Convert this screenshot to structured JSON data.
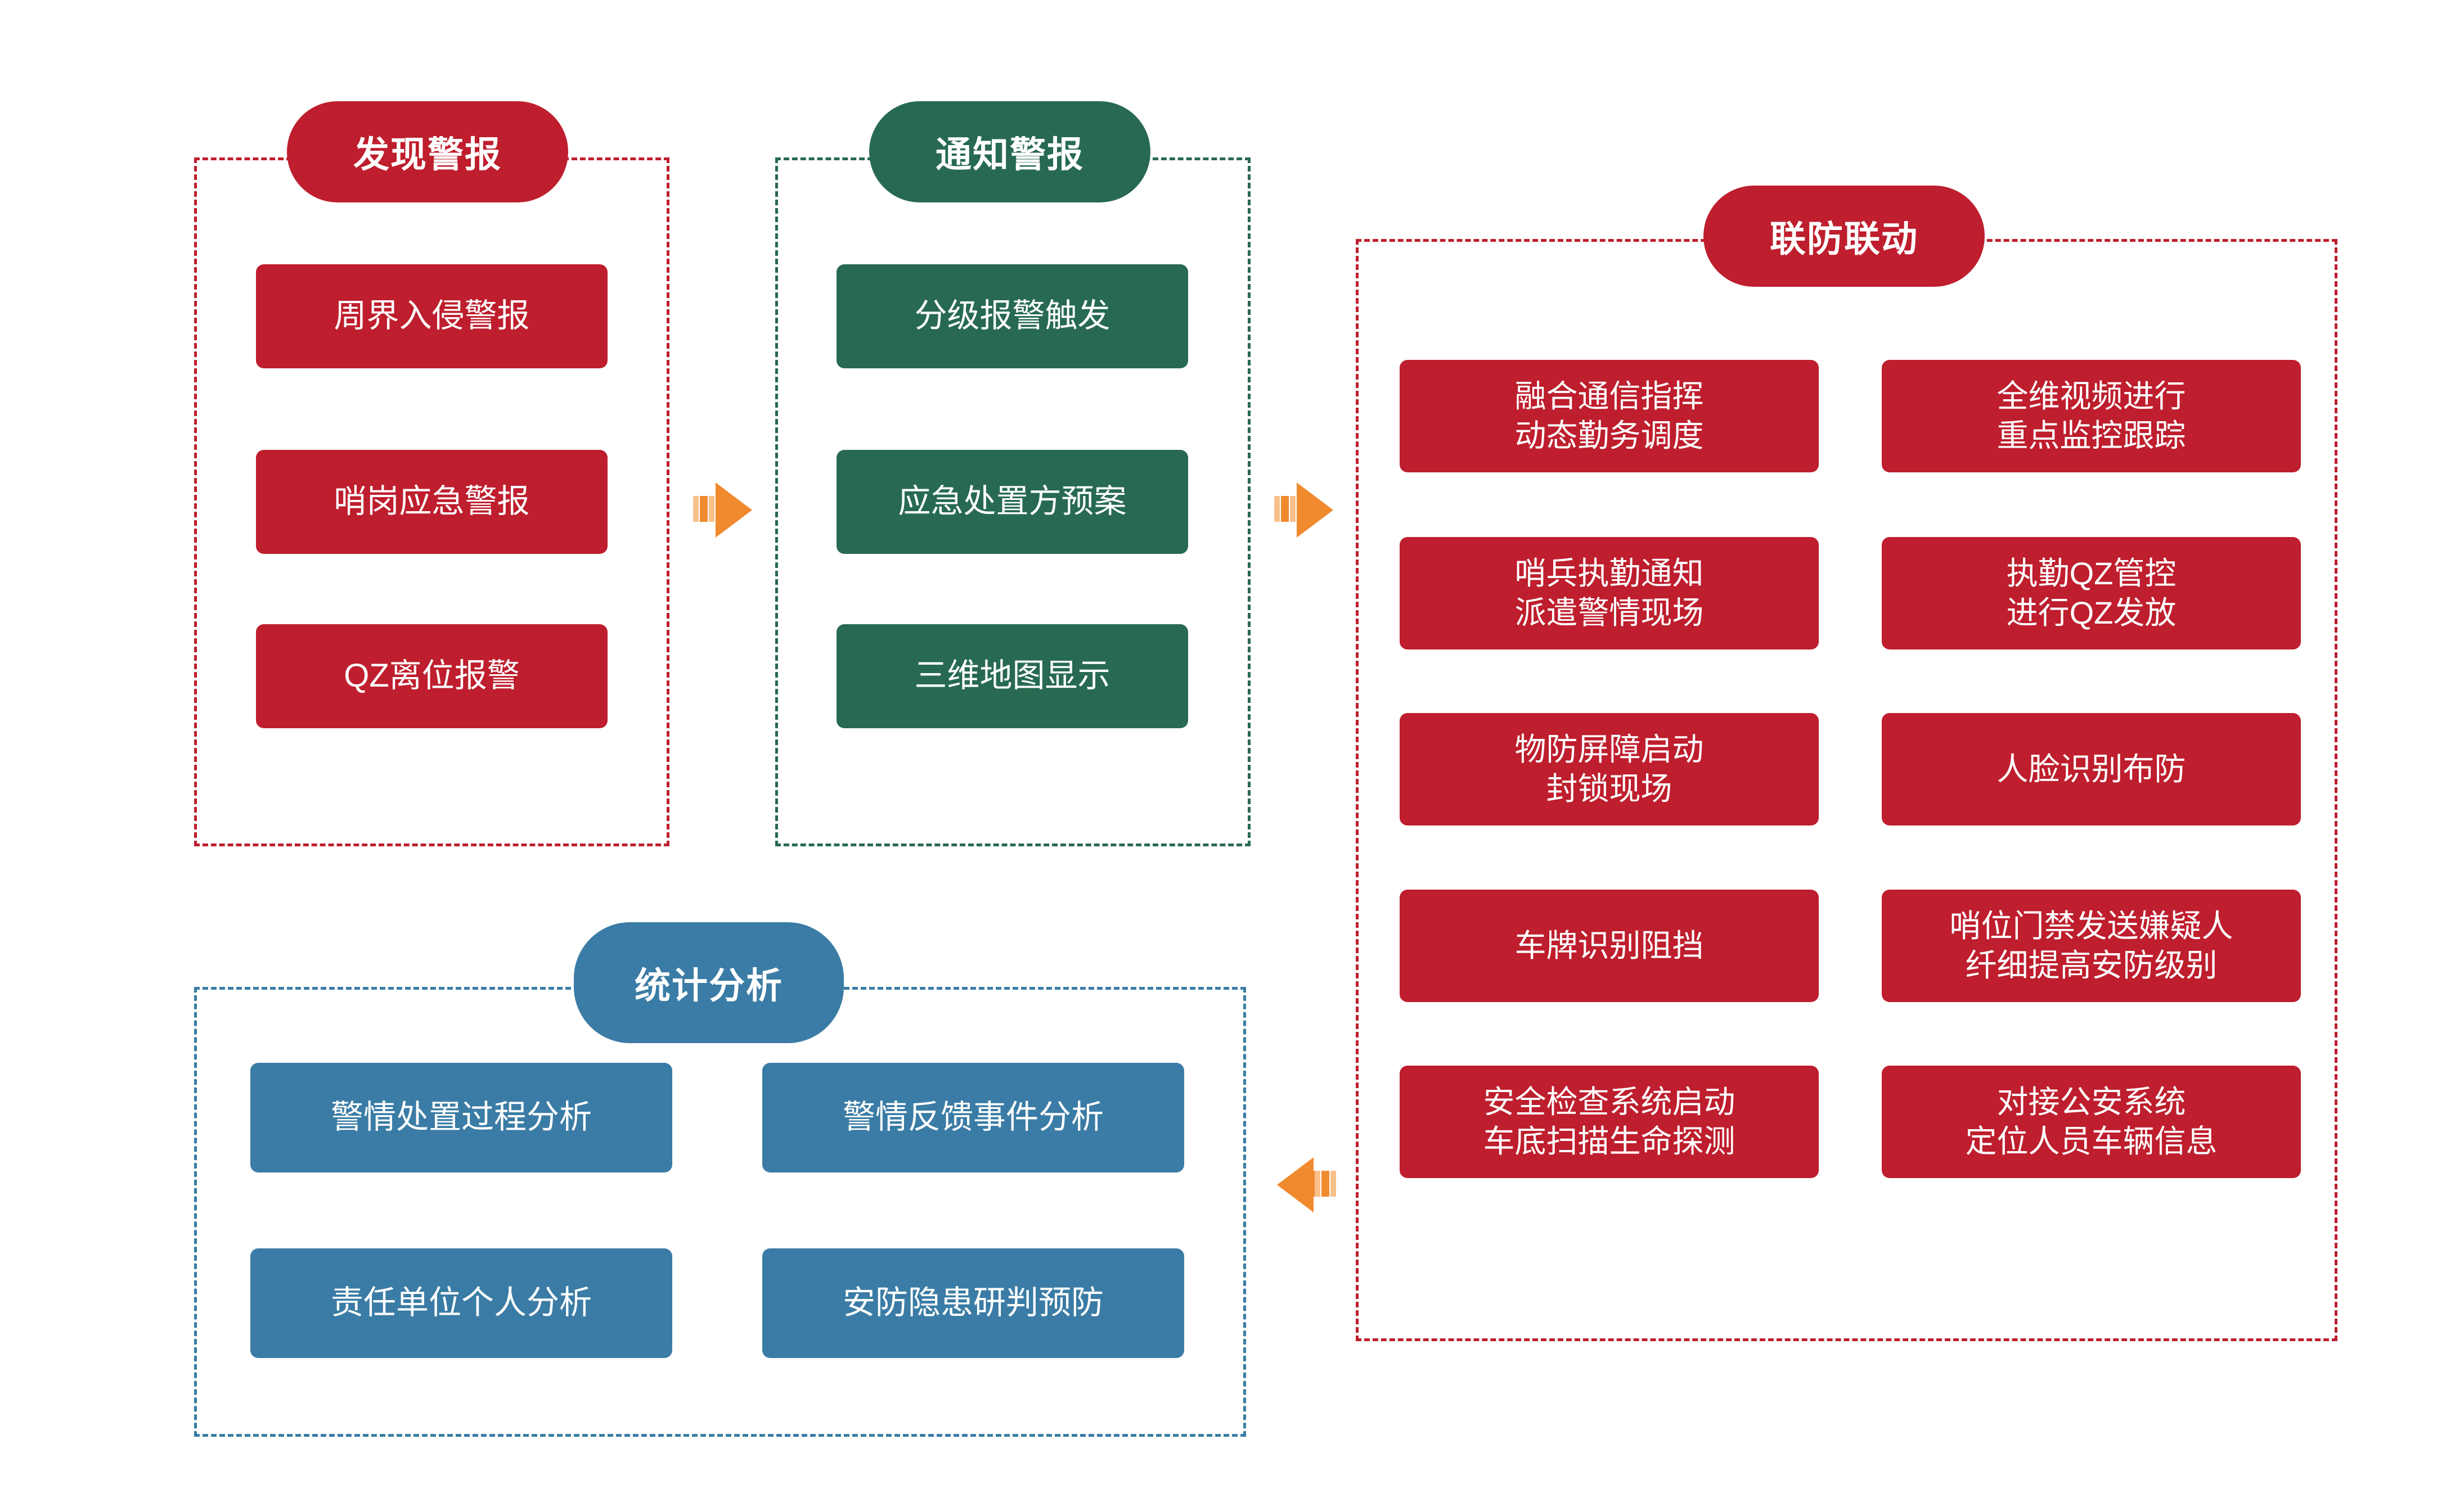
{
  "colors": {
    "red": "#BE1E2D",
    "green": "#276A51",
    "blue": "#3A7CA5",
    "arrow_orange": "#F08A2E",
    "arrow_orange_light": "#F9C08A",
    "background": "#FFFFFF",
    "card_text": "#FFFFFF"
  },
  "groups": {
    "discover_alarm": {
      "title": "发现警报",
      "cards": [
        "周界入侵警报",
        "哨岗应急警报",
        "QZ离位报警"
      ]
    },
    "notify_alarm": {
      "title": "通知警报",
      "cards": [
        "分级报警触发",
        "应急处置方预案",
        "三维地图显示"
      ]
    },
    "joint_defense": {
      "title": "联防联动",
      "left_cards": [
        "融合通信指挥\n动态勤务调度",
        "哨兵执勤通知\n派遣警情现场",
        "物防屏障启动\n封锁现场",
        "车牌识别阻挡",
        "安全检查系统启动\n车底扫描生命探测"
      ],
      "right_cards": [
        "全维视频进行\n重点监控跟踪",
        "执勤QZ管控\n进行QZ发放",
        "人脸识别布防",
        "哨位门禁发送嫌疑人\n纤细提高安防级别",
        "对接公安系统\n定位人员车辆信息"
      ]
    },
    "statistics": {
      "title": "统计分析",
      "cards": [
        "警情处置过程分析",
        "警情反馈事件分析",
        "责任单位个人分析",
        "安防隐患研判预防"
      ]
    }
  },
  "arrows": [
    {
      "name": "arrow-discover-to-notify",
      "direction": "right"
    },
    {
      "name": "arrow-notify-to-joint",
      "direction": "right"
    },
    {
      "name": "arrow-joint-to-statistics",
      "direction": "left"
    }
  ]
}
